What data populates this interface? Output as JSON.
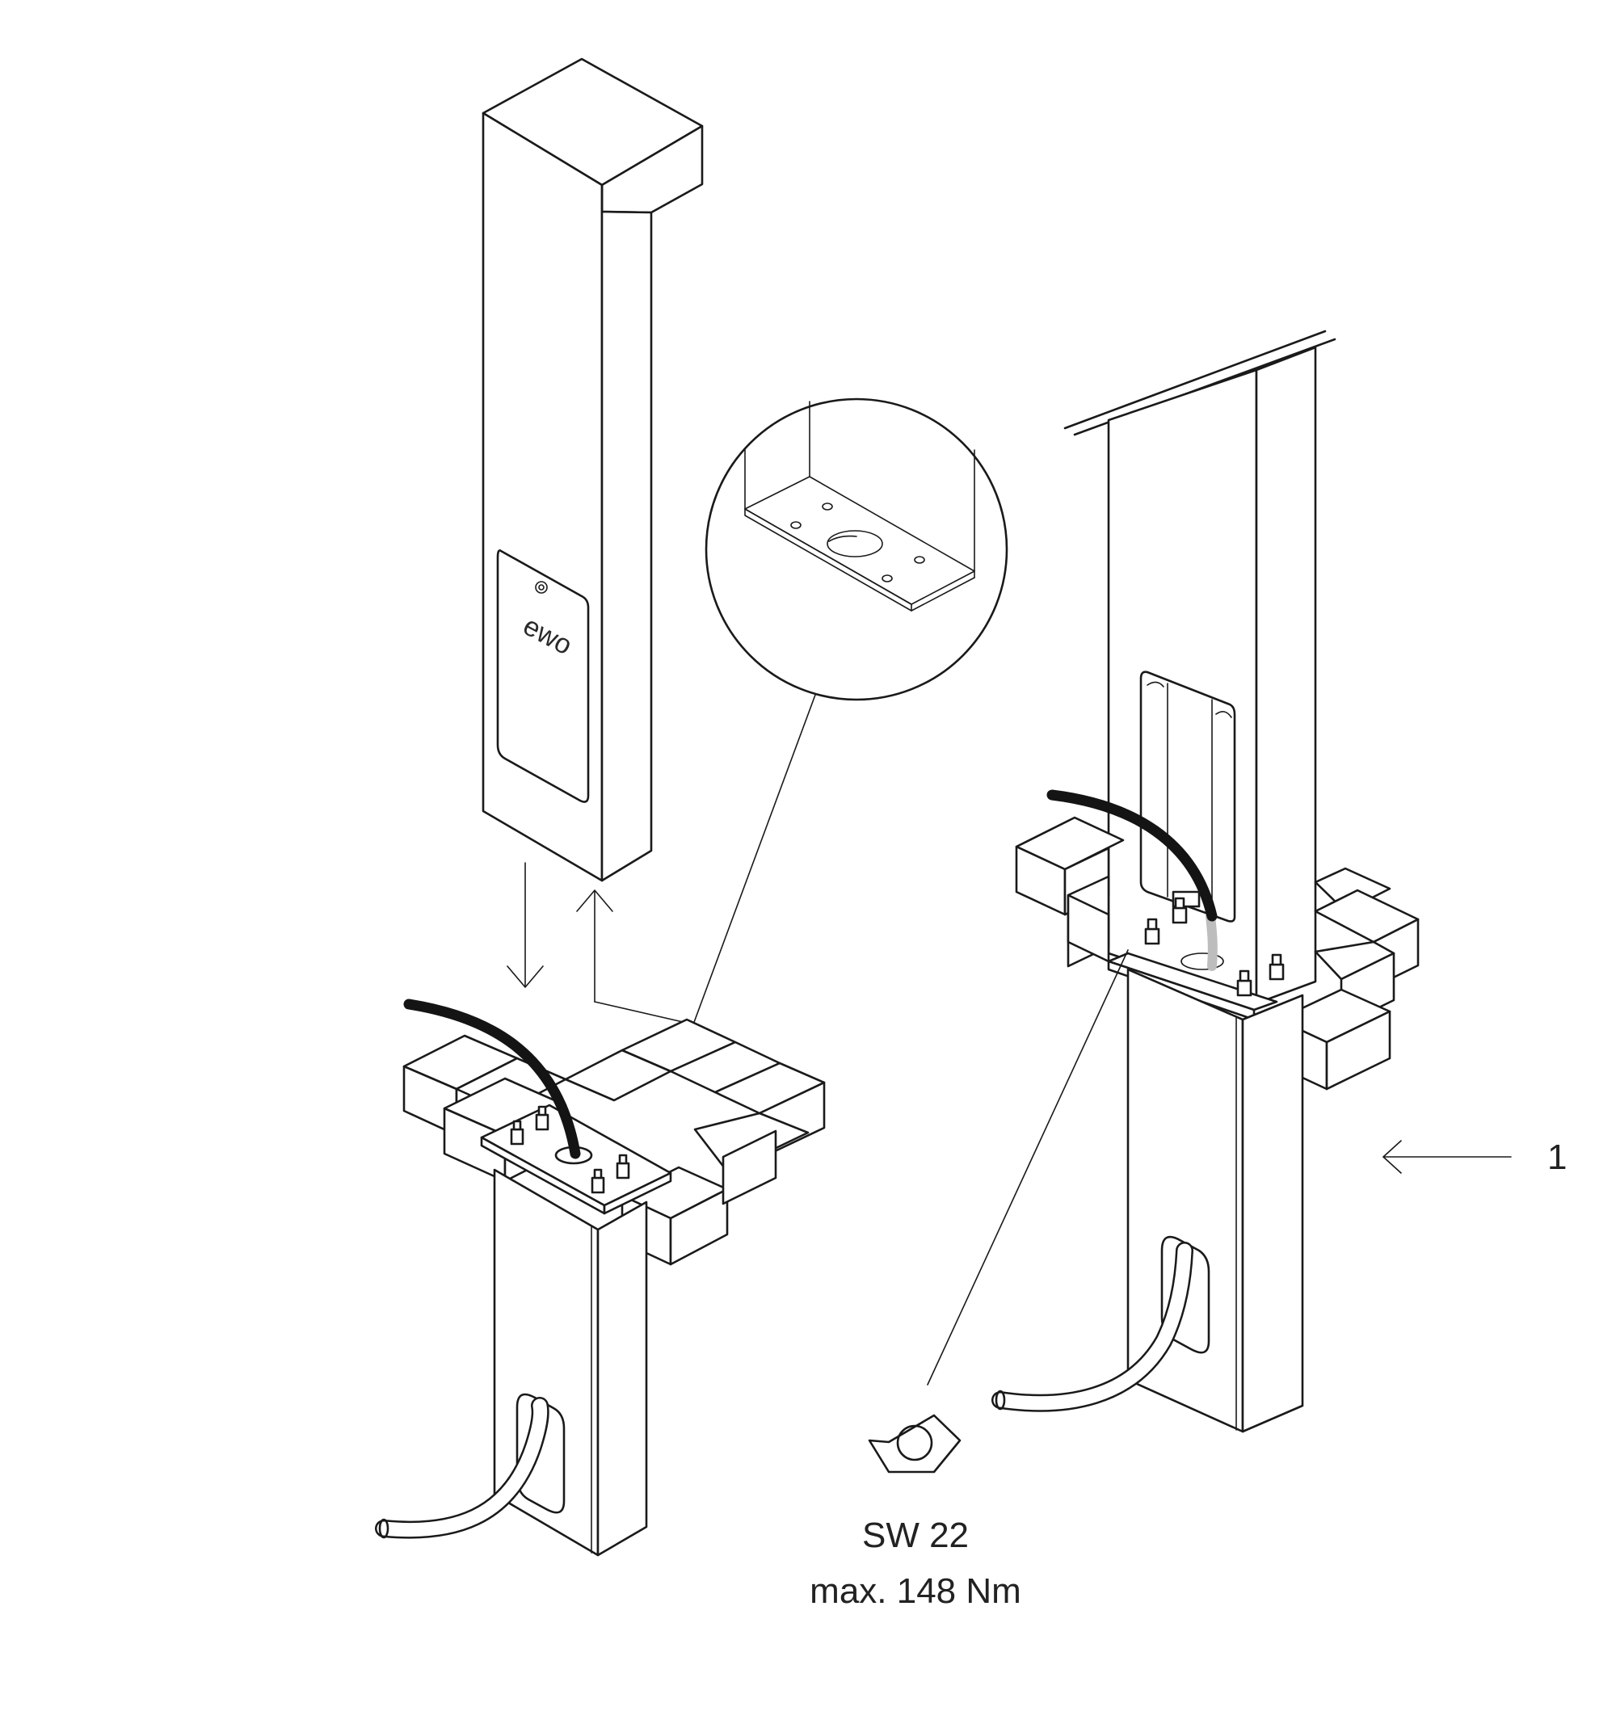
{
  "figure": {
    "logo_text": "ewo",
    "callout_number": "1",
    "wrench": {
      "size_label": "SW 22",
      "torque_label": "max. 148 Nm"
    }
  },
  "colors": {
    "line": "#1a1a1a",
    "cable": "#141414",
    "cable_highlight": "#bdbdbd",
    "background": "#ffffff"
  }
}
